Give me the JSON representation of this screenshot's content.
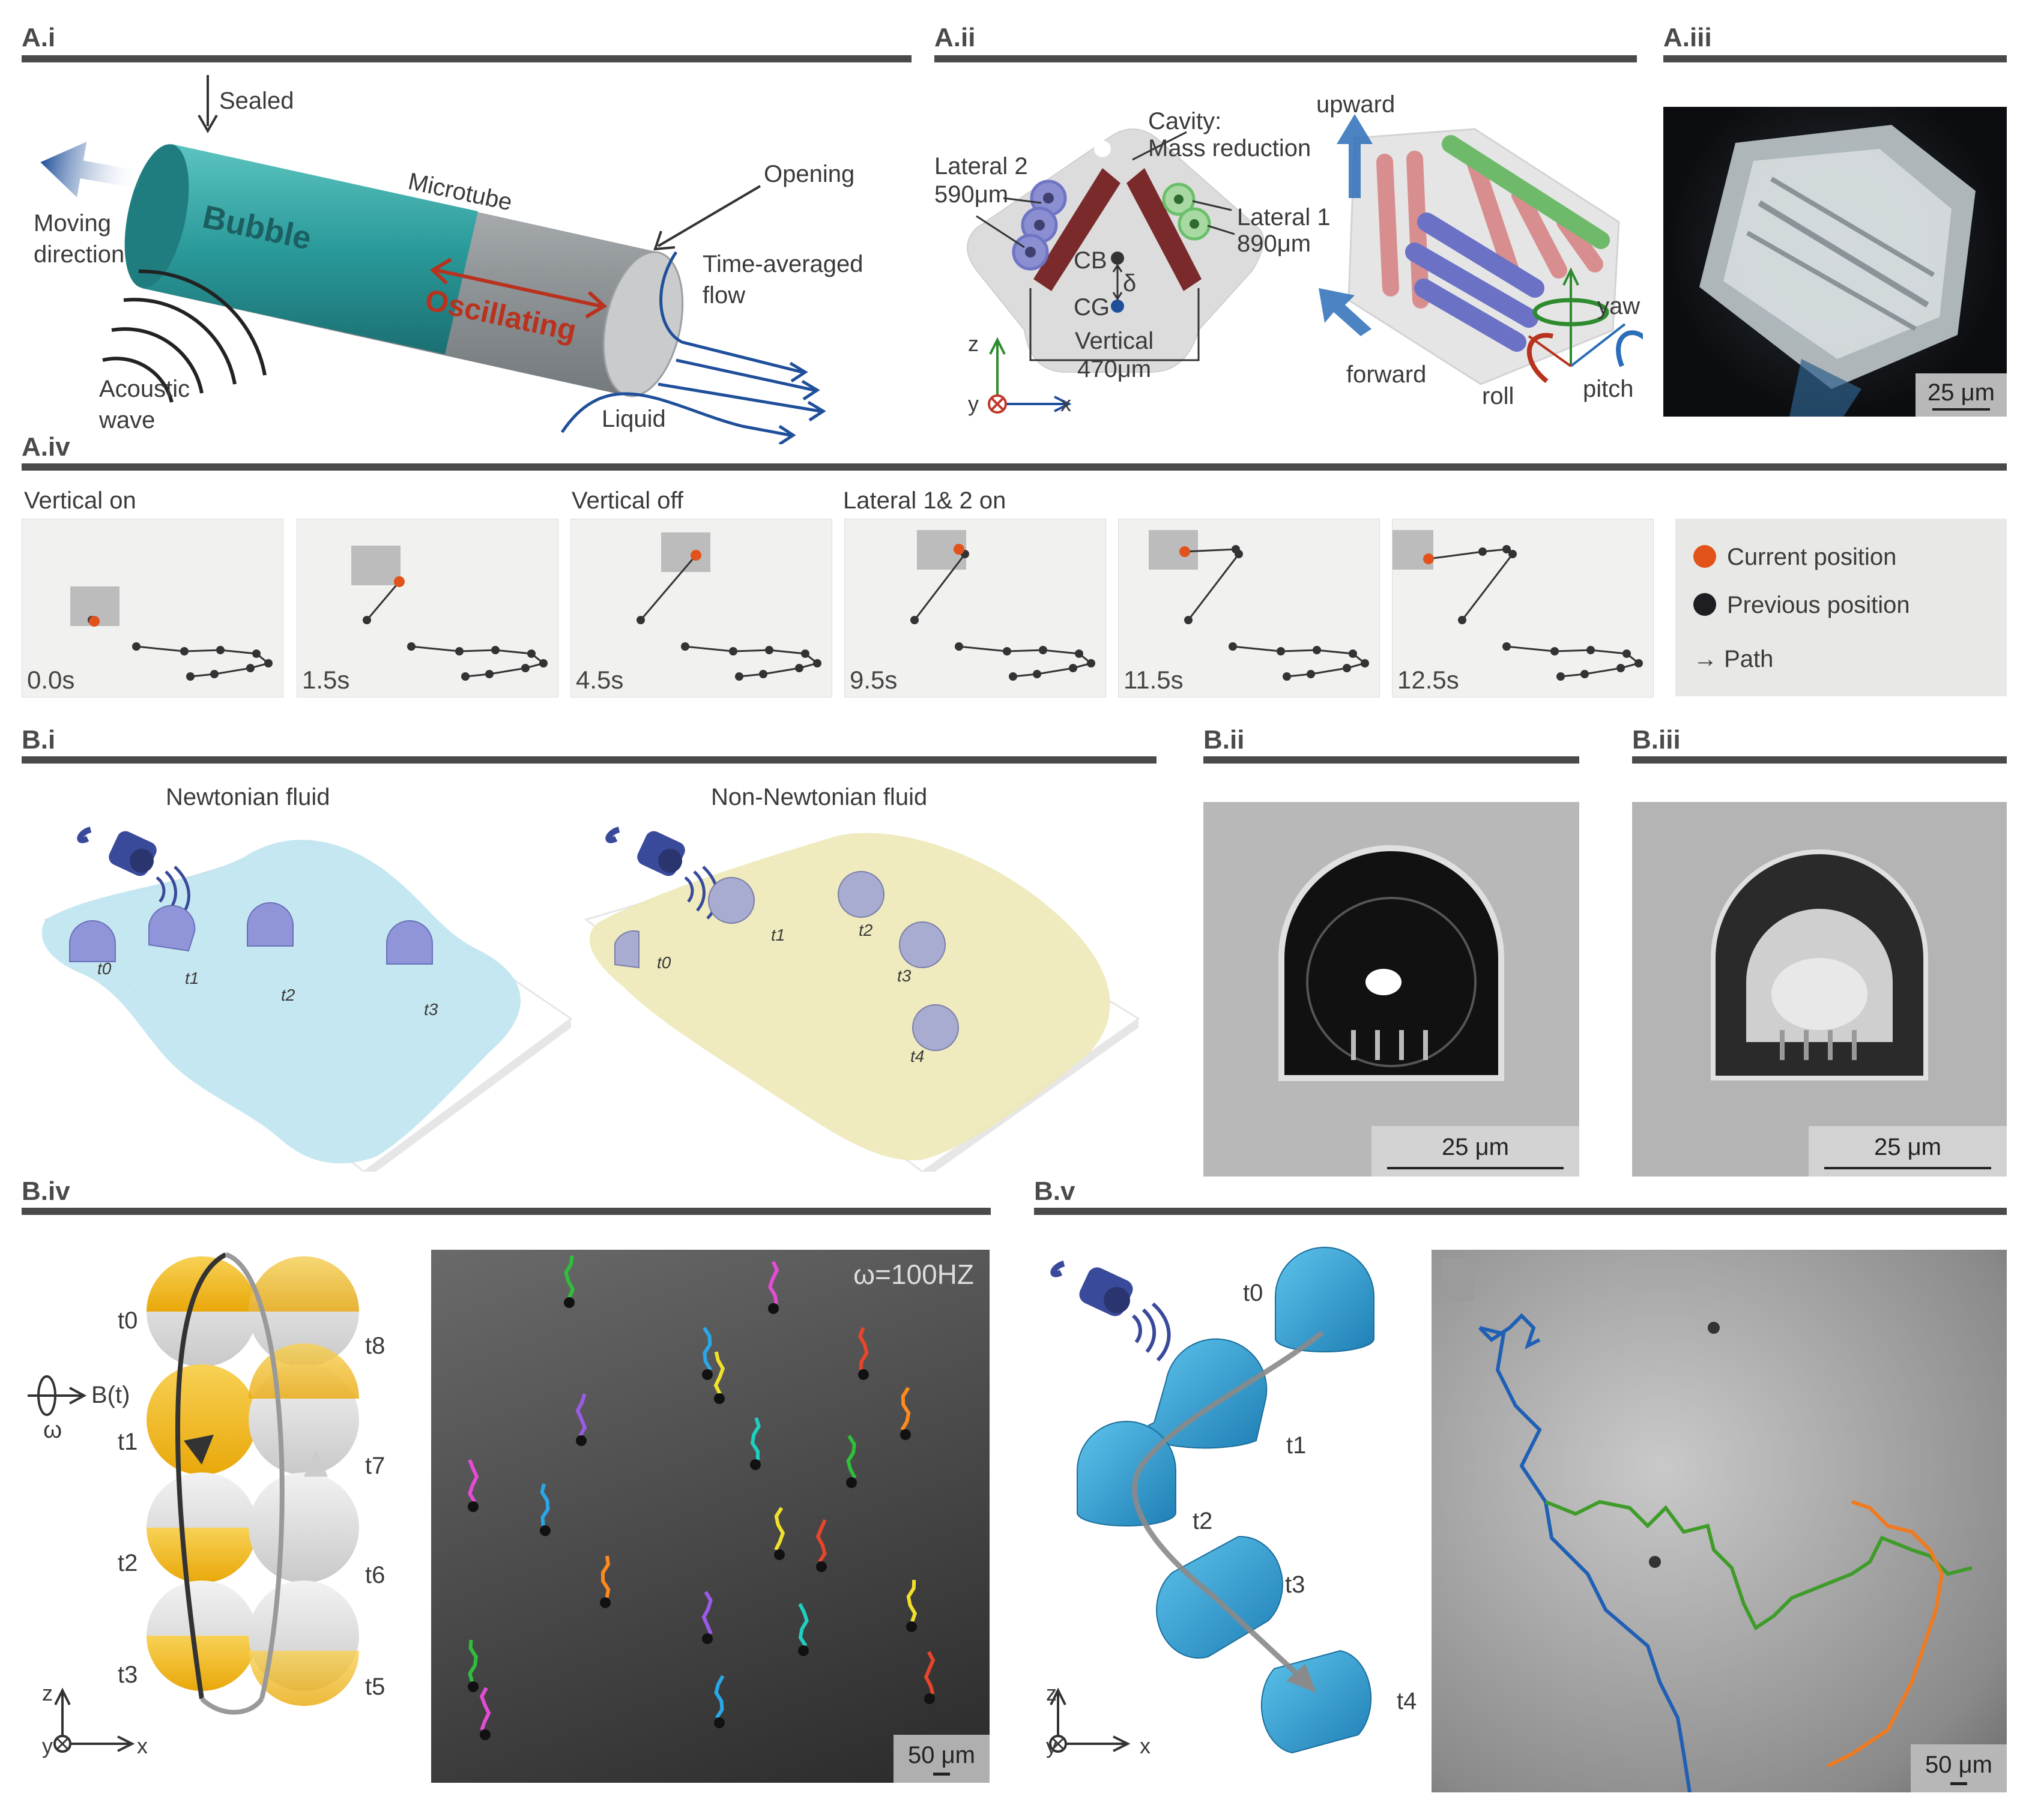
{
  "panels": {
    "ai": {
      "label": "A.i",
      "sealed": "Sealed",
      "moving_direction": [
        "Moving",
        "direction"
      ],
      "microtube": "Microtube",
      "bubble": "Bubble",
      "opening": "Opening",
      "oscillating": "Oscillating",
      "time_averaged_flow": [
        "Time-averaged",
        "flow"
      ],
      "acoustic_wave": [
        "Acoustic",
        "wave"
      ],
      "liquid": "Liquid"
    },
    "aii": {
      "label": "A.ii",
      "cavity": [
        "Cavity:",
        "Mass reduction"
      ],
      "lateral2": [
        "Lateral 2",
        "590μm"
      ],
      "lateral1": [
        "Lateral 1",
        "890μm"
      ],
      "cb": "CB",
      "cg": "CG",
      "delta": "δ",
      "vertical": [
        "Vertical",
        "470μm"
      ],
      "axis_z": "z",
      "axis_y": "y",
      "axis_x": "x",
      "upward": "upward",
      "forward": "forward",
      "yaw": "yaw",
      "roll": "roll",
      "pitch": "pitch"
    },
    "aiii": {
      "label": "A.iii",
      "scale": "25 μm"
    },
    "aiv": {
      "label": "A.iv",
      "phases": [
        "Vertical on",
        "Vertical off",
        "Lateral 1& 2 on"
      ],
      "times": [
        "0.0s",
        "1.5s",
        "4.5s",
        "9.5s",
        "11.5s",
        "12.5s"
      ],
      "legend": {
        "current": "Current position",
        "previous": "Previous position",
        "path": "→ Path"
      }
    },
    "bi": {
      "label": "B.i",
      "newtonian": "Newtonian fluid",
      "non_newtonian": "Non-Newtonian fluid",
      "t_newtonian": [
        "t0",
        "t1",
        "t2",
        "t3"
      ],
      "t_non_newtonian": [
        "t0",
        "t1",
        "t2",
        "t3",
        "t4"
      ]
    },
    "bii": {
      "label": "B.ii",
      "scale": "25 μm"
    },
    "biii": {
      "label": "B.iii",
      "scale": "25 μm"
    },
    "biv": {
      "label": "B.iv",
      "b_field": "B(t)",
      "omega": "ω",
      "times_left": [
        "t0",
        "t1",
        "t2",
        "t3"
      ],
      "times_right": [
        "t8",
        "t7",
        "t6",
        "t5"
      ],
      "axis_z": "z",
      "axis_y": "y",
      "axis_x": "x",
      "frequency": "ω=100HZ",
      "scale": "50 μm"
    },
    "bv": {
      "label": "B.v",
      "times": [
        "t0",
        "t1",
        "t2",
        "t3",
        "t4"
      ],
      "axis_z": "z",
      "axis_y": "y",
      "axis_x": "x",
      "scale": "50 μm"
    }
  },
  "colors": {
    "rule": "#4a4a4a",
    "teal": "#2a9a9a",
    "oscillating": "#b8321e",
    "flow": "#1f4f9a",
    "current_dot": "#e2521b",
    "previous_dot": "#1d1d22",
    "dark_red": "#7a2a2a",
    "lateral2_blue": "#6f74c4",
    "lateral1_green": "#6bbf6b",
    "yellow": "#f2b81e",
    "cyan_cap": "#2b9bd4"
  }
}
